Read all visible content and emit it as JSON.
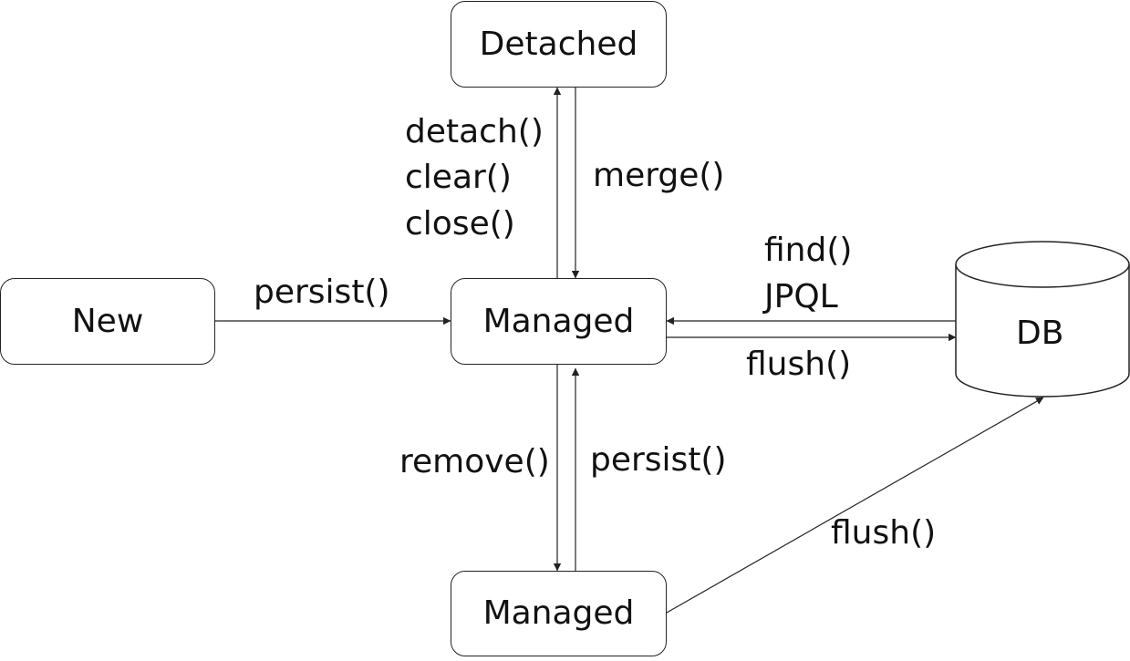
{
  "nodes": {
    "detached": "Detached",
    "new": "New",
    "managed": "Managed",
    "removed": "Managed",
    "db": "DB"
  },
  "edges": {
    "to_detached": [
      "detach()",
      "clear()",
      "close()"
    ],
    "merge": "merge()",
    "persist_new": "persist()",
    "find": "find()",
    "jpql": "JPQL",
    "flush_managed": "flush()",
    "remove": "remove()",
    "persist_removed": "persist()",
    "flush_removed": "flush()"
  },
  "colors": {
    "line": "#222222",
    "text": "#111111",
    "background": "#ffffff"
  }
}
